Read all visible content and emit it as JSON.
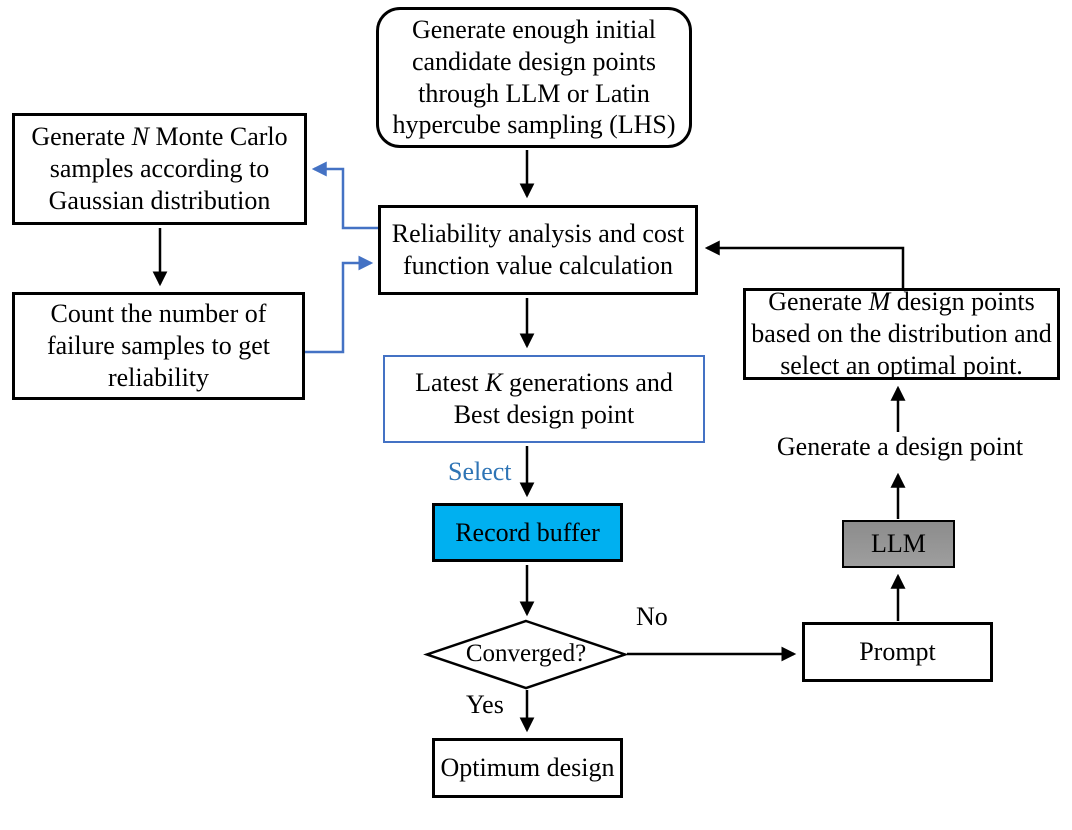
{
  "diagram": {
    "nodes": {
      "initial": {
        "text": "Generate enough initial candidate design points through LLM or Latin hypercube sampling (LHS)"
      },
      "monte_carlo": {
        "pre": "Generate ",
        "var": "N",
        "post": " Monte Carlo samples according to Gaussian distribution"
      },
      "count_failure": {
        "text": "Count the number of failure samples to get reliability"
      },
      "reliability": {
        "text": "Reliability analysis and cost function value calculation"
      },
      "latest_k": {
        "pre": "Latest ",
        "var": "K",
        "post": " generations and Best design point"
      },
      "record_buffer": {
        "text": "Record buffer"
      },
      "converged": {
        "text": "Converged?"
      },
      "optimum": {
        "text": "Optimum design"
      },
      "prompt": {
        "text": "Prompt"
      },
      "llm": {
        "text": "LLM"
      },
      "generate_m": {
        "pre": "Generate ",
        "var": "M",
        "post": " design points based on the distribution and select an optimal point."
      }
    },
    "labels": {
      "select": "Select",
      "yes": "Yes",
      "no": "No",
      "generate_design_point": "Generate a design point"
    },
    "colors": {
      "record_buffer_fill": "#00B0F0",
      "llm_fill_top": "#8C8C8C",
      "llm_fill_bottom": "#9E9E9E",
      "blue_connector": "#4472C4",
      "blue_box_border": "#4472C4",
      "select_text": "#2E74B5",
      "line": "#000000"
    }
  }
}
